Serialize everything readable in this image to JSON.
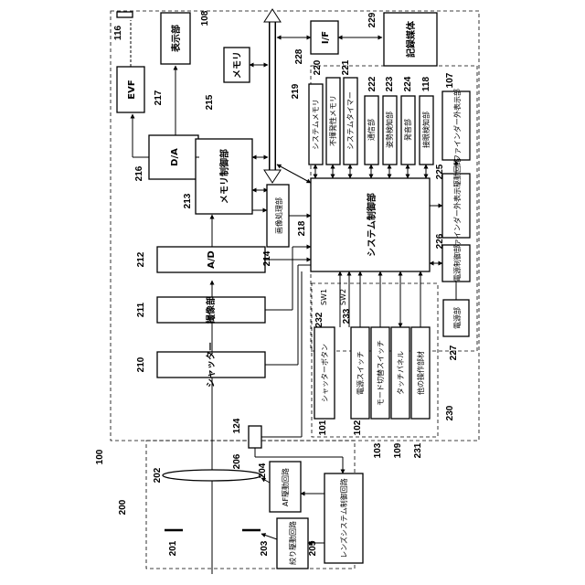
{
  "labels": {
    "evf": "EVF",
    "display": "表示部",
    "memory": "メモリ",
    "if": "I/F",
    "recording_medium": "記録媒体",
    "da": "D/A",
    "memory_control": "メモリ制御部",
    "image_processing": "画像処理部",
    "ad": "A/D",
    "imaging": "撮像部",
    "shutter": "シャッター",
    "system_control": "システム制御部",
    "system_memory": "システムメモリ",
    "nonvolatile_memory": "不揮発性メモリ",
    "system_timer": "システムタイマー",
    "communication": "通信部",
    "attitude_detection": "姿勢検知部",
    "sound": "発音部",
    "eye_detection": "接眼検知部",
    "finder_outside_display": "ファインダー外表示部",
    "finder_outside_driver": "ファインダー外表示駆動回路",
    "power_control": "電源制御部",
    "power_supply": "電源部",
    "shutter_button": "シャッターボタン",
    "power_switch": "電源スイッチ",
    "mode_switch": "モード切替スイッチ",
    "touch_panel": "タッチパネル",
    "other_operation": "他の操作部材",
    "af_driver": "AF駆動回路",
    "lens_system_control": "レンズシステム制御回路",
    "aperture_driver": "絞り駆動回路",
    "sw1": "SW1",
    "sw2": "SW2"
  },
  "refs": {
    "r116": "116",
    "r108": "108",
    "r217": "217",
    "r216": "216",
    "r213": "213",
    "r215": "215",
    "r214": "214",
    "r212": "212",
    "r211": "211",
    "r210": "210",
    "r218": "218",
    "r219": "219",
    "r220": "220",
    "r221": "221",
    "r222": "222",
    "r223": "223",
    "r224": "224",
    "r118": "118",
    "r107": "107",
    "r228": "228",
    "r229": "229",
    "r225": "225",
    "r226": "226",
    "r227": "227",
    "r232": "232",
    "r233": "233",
    "r101": "101",
    "r102": "102",
    "r103": "103",
    "r109": "109",
    "r231": "231",
    "r230": "230",
    "r124": "124",
    "r206": "206",
    "r204": "204",
    "r205": "205",
    "r203": "203",
    "r202": "202",
    "r201": "201",
    "r200": "200",
    "r100": "100"
  }
}
